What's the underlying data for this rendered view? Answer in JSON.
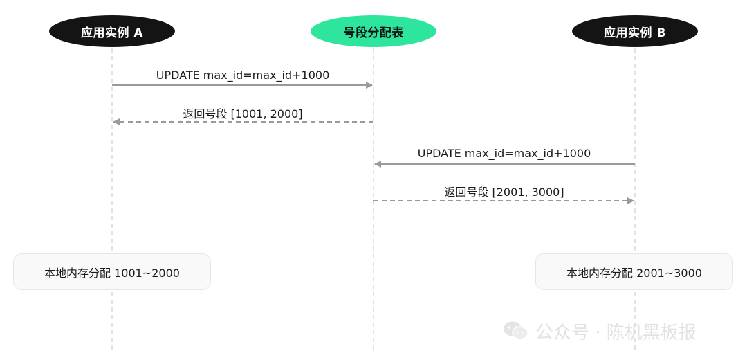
{
  "actors": {
    "a": "应用实例 A",
    "table": "号段分配表",
    "b": "应用实例 B"
  },
  "messages": [
    {
      "label": "UPDATE max_id=max_id+1000",
      "from": "a",
      "to": "table",
      "style": "solid"
    },
    {
      "label": "返回号段 [1001, 2000]",
      "from": "table",
      "to": "a",
      "style": "dashed"
    },
    {
      "label": "UPDATE max_id=max_id+1000",
      "from": "b",
      "to": "table",
      "style": "solid"
    },
    {
      "label": "返回号段 [2001, 3000]",
      "from": "table",
      "to": "b",
      "style": "dashed"
    }
  ],
  "notes": {
    "a": "本地内存分配 1001~2000",
    "b": "本地内存分配 2001~3000"
  },
  "watermark": {
    "icon": "wechat-icon",
    "text": "公众号 · 陈机黑板报"
  },
  "colors": {
    "actor_dark": "#141414",
    "actor_green": "#2ee59d",
    "line": "#9a9a9a",
    "lifeline": "#cfcfcf"
  }
}
